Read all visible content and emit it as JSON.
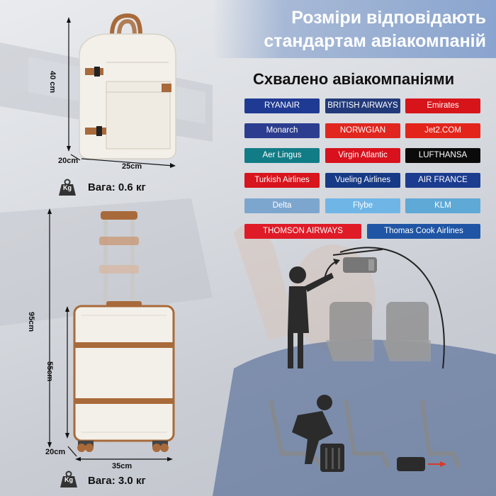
{
  "header": {
    "line1": "Розміри відповідають",
    "line2": "стандартам авіакомпаній"
  },
  "approved_title": "Схвалено авіакомпаніями",
  "airlines": [
    {
      "name": "RYANAIR",
      "color": "#1f3a93"
    },
    {
      "name": "BRITISH AIRWAYS",
      "color": "#223a7a"
    },
    {
      "name": "Emirates",
      "color": "#d7141a"
    },
    {
      "name": "Monarch",
      "color": "#2c3d8f"
    },
    {
      "name": "NORWGIAN",
      "color": "#e0261f"
    },
    {
      "name": "Jet2.COM",
      "color": "#e3241b"
    },
    {
      "name": "Aer Lingus",
      "color": "#127c86"
    },
    {
      "name": "Virgin Atlantic",
      "color": "#d8111d"
    },
    {
      "name": "LUFTHANSA",
      "color": "#0b0b0b"
    },
    {
      "name": "Turkish Airlines",
      "color": "#d8141d"
    },
    {
      "name": "Vueling Airlines",
      "color": "#173a86"
    },
    {
      "name": "AIR FRANCE",
      "color": "#1b3c8f"
    },
    {
      "name": "Delta",
      "color": "#7da6cf"
    },
    {
      "name": "Flybe",
      "color": "#6fb6e7"
    },
    {
      "name": "KLM",
      "color": "#5fa9d7"
    },
    {
      "name": "THOMSON AIRWAYS",
      "color": "#df1b27"
    },
    {
      "name": "Thomas Cook Airlines",
      "color": "#1f55a4"
    }
  ],
  "backpack": {
    "height": "40 cm",
    "depth": "20cm",
    "width": "25cm",
    "weight_label": "Вага: 0.6 кг",
    "kg_badge": "Kg"
  },
  "suitcase": {
    "total_height": "95cm",
    "body_height": "55cm",
    "depth": "20cm",
    "width": "35cm",
    "weight_label": "Вага: 3.0 кг",
    "kg_badge": "Kg"
  },
  "colors": {
    "brown": "#a86a3a",
    "cream": "#f3f0ea",
    "figure": "#2b2b2b"
  }
}
